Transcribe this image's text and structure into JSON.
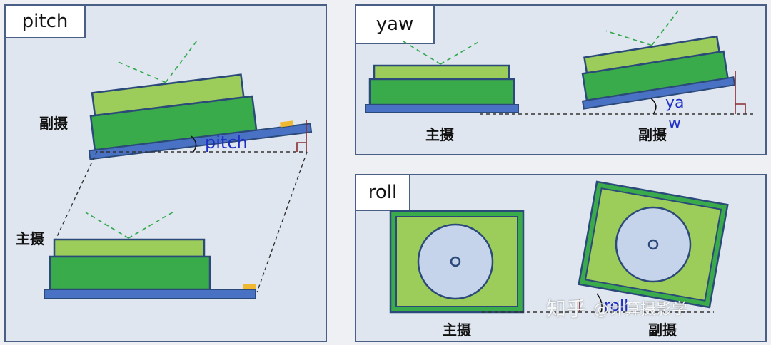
{
  "panels": {
    "pitch": {
      "title": "pitch",
      "angle_label": "pitch",
      "secondary_label": "副摄",
      "main_label": "主摄"
    },
    "yaw": {
      "title": "yaw",
      "angle_label_line1": "ya",
      "angle_label_line2": "w",
      "main_label": "主摄",
      "secondary_label": "副摄"
    },
    "roll": {
      "title": "roll",
      "angle_label": "roll",
      "main_label": "主摄",
      "secondary_label": "副摄"
    }
  },
  "watermark": {
    "brand": "知乎",
    "author": "@计算摄影学"
  },
  "colors": {
    "panel_bg": "#dfe6f0",
    "panel_border": "#4a5f85",
    "light_green": "#9ccc5a",
    "dark_green": "#3aab4a",
    "board_blue": "#4a72c4",
    "sensor_blue": "#c5d4ea",
    "outline": "#2b4a7a",
    "guide_green": "#2fa84a",
    "bracket_red": "#8b2a2a",
    "label_blue": "#1d2fc4",
    "pad_yellow": "#f0b830"
  }
}
